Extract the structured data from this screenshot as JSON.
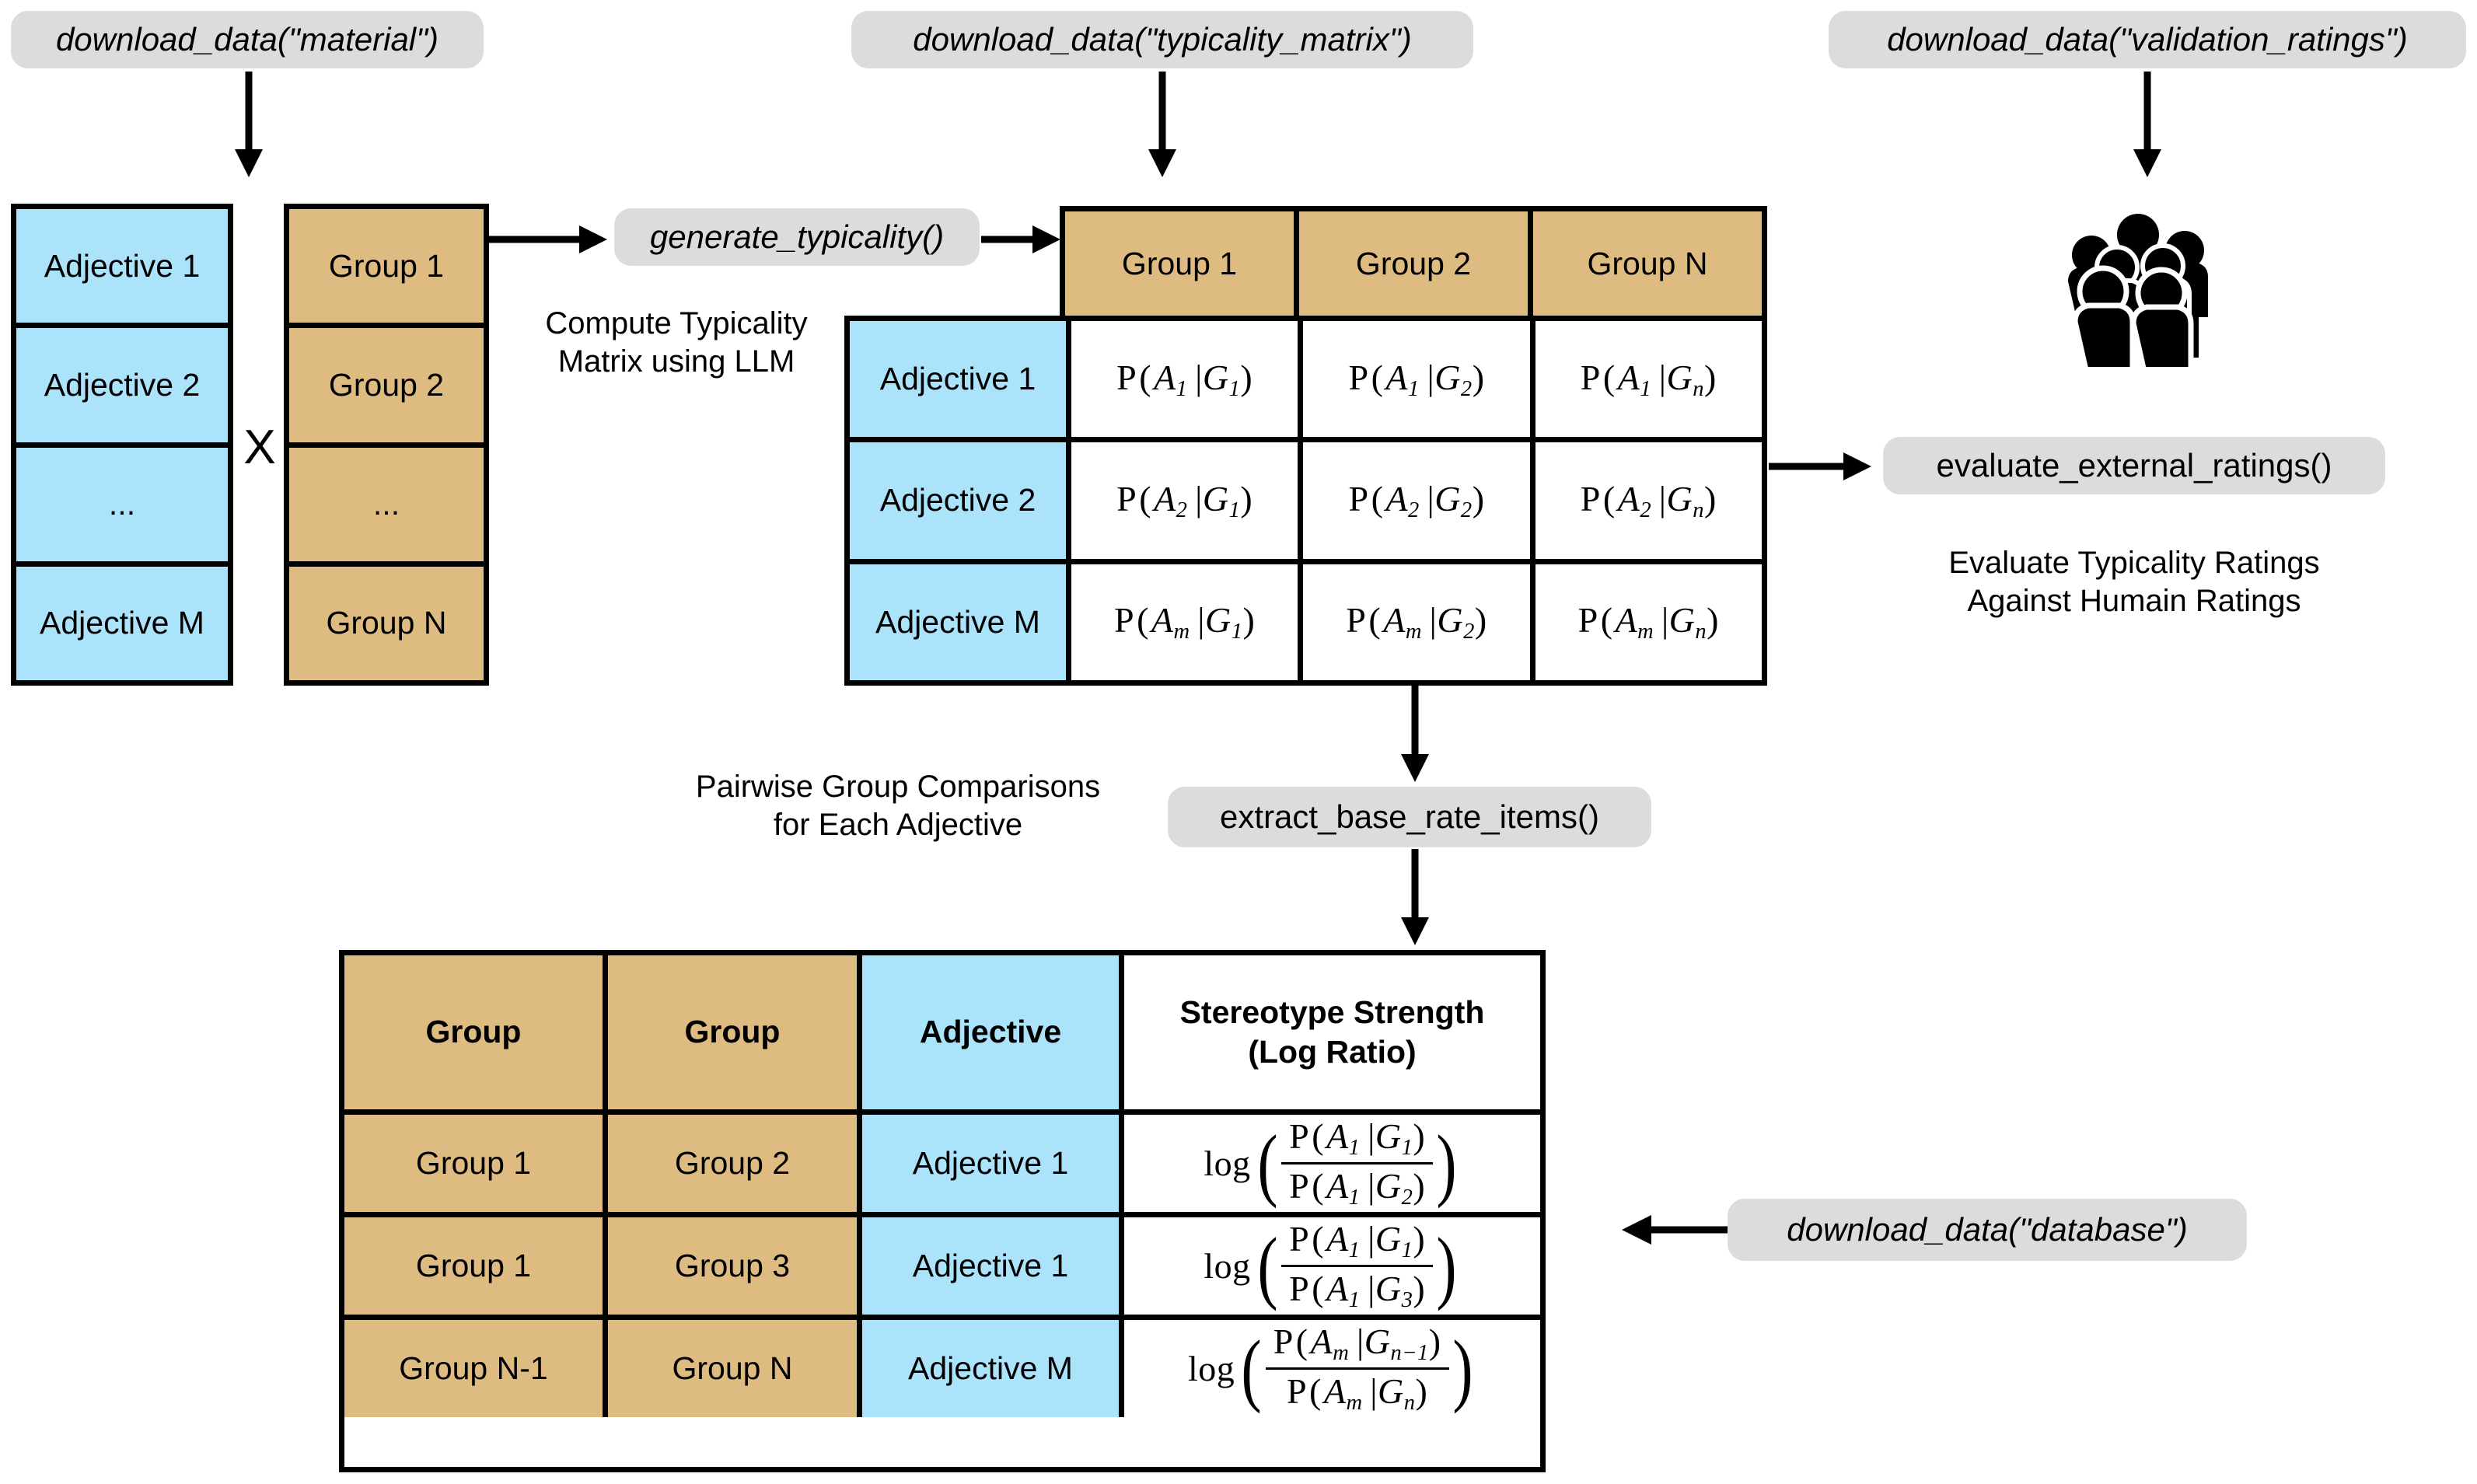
{
  "diagram": {
    "title": "Typicality matrix and stereotype strength pipeline",
    "colors": {
      "blue": "#abe3fa",
      "tan": "#debc81",
      "pill_gray": "#dcdcdc",
      "line_black": "#000000",
      "cell_white": "#ffffff"
    }
  },
  "pills": {
    "download_material": "download_data(\"material\")",
    "download_typicality_matrix": "download_data(\"typicality_matrix\")",
    "download_validation_ratings": "download_data(\"validation_ratings\")",
    "generate_typicality": "generate_typicality()",
    "evaluate_external_ratings": "evaluate_external_ratings()",
    "extract_base_rate_items": "extract_base_rate_items()",
    "download_database": "download_data(\"database\")"
  },
  "captions": {
    "compute_typicality": "Compute Typicality\nMatrix using LLM",
    "evaluate_ratings": "Evaluate Typicality Ratings\nAgainst Humain Ratings",
    "pairwise": "Pairwise Group Comparisons\nfor Each Adjective"
  },
  "adjective_stack": {
    "items": [
      "Adjective 1",
      "Adjective 2",
      "...",
      "Adjective M"
    ]
  },
  "group_stack": {
    "items": [
      "Group 1",
      "Group 2",
      "...",
      "Group N"
    ]
  },
  "operator": {
    "cross": "X"
  },
  "icons": {
    "people": "people-group-icon"
  },
  "typicality_matrix": {
    "column_headers": [
      "Group 1",
      "Group 2",
      "Group N"
    ],
    "row_labels": [
      "Adjective 1",
      "Adjective 2",
      "Adjective M"
    ],
    "cells": [
      [
        "P (A1 |G1)",
        "P (A1 |G2)",
        "P (A1 |Gn)"
      ],
      [
        "P (A2 |G1)",
        "P (A2 |G2)",
        "P (A2 |Gn)"
      ],
      [
        "P (Am |G1)",
        "P (Am |G2)",
        "P (Am |Gn)"
      ]
    ]
  },
  "results_table": {
    "headers": [
      "Group",
      "Group",
      "Adjective",
      "Stereotype Strength\n(Log Ratio)"
    ],
    "header_line1": "Stereotype Strength",
    "header_line2": "(Log Ratio)",
    "rows": [
      {
        "group_a": "Group 1",
        "group_b": "Group 2",
        "adjective": "Adjective 1",
        "formula": "log( P (A1 |G1) / P (A1 |G2) )",
        "num_A": "1",
        "num_G": "1",
        "den_A": "1",
        "den_G": "2"
      },
      {
        "group_a": "Group 1",
        "group_b": "Group 3",
        "adjective": "Adjective 1",
        "formula": "log( P (A1 |G1) / P (A1 |G3) )",
        "num_A": "1",
        "num_G": "1",
        "den_A": "1",
        "den_G": "3"
      },
      {
        "group_a": "Group N-1",
        "group_b": "Group N",
        "adjective": "Adjective M",
        "formula": "log( P (Am |Gn−1) / P (Am |Gn) )",
        "num_A": "m",
        "num_G": "n−1",
        "den_A": "m",
        "den_G": "n"
      }
    ]
  }
}
